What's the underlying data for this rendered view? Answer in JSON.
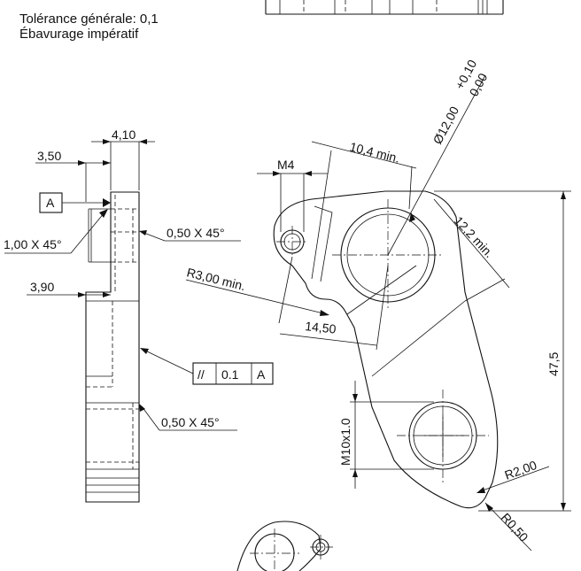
{
  "notes": {
    "general_tolerance": "Tolérance générale: 0,1",
    "deburring": "Ébavurage impératif"
  },
  "side_view": {
    "dim_width_top": "4,10",
    "dim_offset_top": "3,50",
    "datum_label": "A",
    "chamfer_left": "1,00 X 45°",
    "chamfer_upper": "0,50 X 45°",
    "dim_offset_mid": "3,90",
    "parallelism_symbol": "//",
    "parallelism_value": "0.1",
    "parallelism_datum": "A",
    "chamfer_lower": "0,50 X 45°"
  },
  "front_view": {
    "thread": "M4",
    "min_width_top": "10,4 min.",
    "bore_diameter": "Ø12,00",
    "tol_upper": "+0,10",
    "tol_lower": "0,00",
    "min_width_right": "12,2 min.",
    "radius_min": "R3,00 min.",
    "dim_14_50": "14,50",
    "height_47_5": "47,5",
    "thread_m10": "M10x1.0",
    "radius_2": "R2,00",
    "radius_05": "R0,50"
  }
}
